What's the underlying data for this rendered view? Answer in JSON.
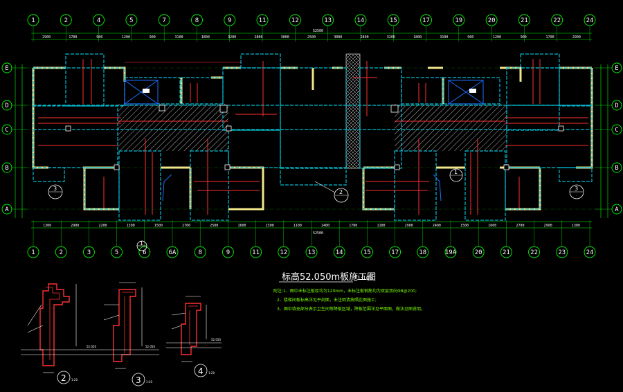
{
  "drawing": {
    "title": "标高52.050m板施工图",
    "scale": "1:100",
    "notes": [
      "附注:1、图中未标注板厚均为120mm，未标注板钢筋均为双层双向Φ8@200;",
      "2、楼梯间板标高详见平剖面，未注明请按照此图施工;",
      "3、图中填充部分表示卫生间等降板区域，降板范围详见平面图，做法见图说明。"
    ],
    "total_dim_top": "52500",
    "total_dim_bottom": "52500"
  },
  "grids": {
    "top": [
      "1",
      "2",
      "4",
      "5",
      "7",
      "8",
      "9",
      "11",
      "12",
      "13",
      "14",
      "15",
      "17",
      "19",
      "20",
      "21",
      "22",
      "24"
    ],
    "bottom": [
      "1",
      "2",
      "3",
      "5",
      "6",
      "6A",
      "8",
      "9",
      "11",
      "12",
      "13",
      "14",
      "15",
      "17",
      "18",
      "19A",
      "20",
      "21",
      "22",
      "23",
      "24"
    ],
    "left": [
      "E",
      "D",
      "C",
      "B",
      "A"
    ],
    "right": [
      "E",
      "D",
      "C",
      "B",
      "A"
    ]
  },
  "dims_top": [
    "2900",
    "1700",
    "900",
    "1200",
    "900",
    "3100",
    "1800",
    "3200",
    "2800",
    "3000",
    "2500",
    "3000",
    "2800",
    "3200",
    "1800",
    "3100",
    "900",
    "1200",
    "900",
    "1700",
    "2900"
  ],
  "dims_bottom": [
    "1300",
    "2900",
    "2200",
    "1300",
    "1500",
    "2700",
    "2500",
    "1600",
    "2300",
    "1100",
    "2400",
    "1700",
    "1100",
    "2900",
    "2400",
    "1500",
    "1600",
    "2700",
    "2900",
    "1300"
  ],
  "callouts": {
    "c1": "1",
    "c2": "2",
    "c3": "3"
  },
  "sections": {
    "s2": {
      "num": "2",
      "scale": "1:20",
      "elev": "52.050"
    },
    "s3": {
      "num": "3",
      "scale": "1:20",
      "elev": "52.050"
    },
    "s4": {
      "num": "4",
      "scale": "1:20",
      "elev": "52.050"
    }
  },
  "colors": {
    "grid": "#00ff00",
    "wall": "#f0e68c",
    "beam": "#00bcd4",
    "rebar": "#ff3030",
    "text": "#ffffff",
    "note": "#7CFC00",
    "hatch": "#ffffff"
  }
}
